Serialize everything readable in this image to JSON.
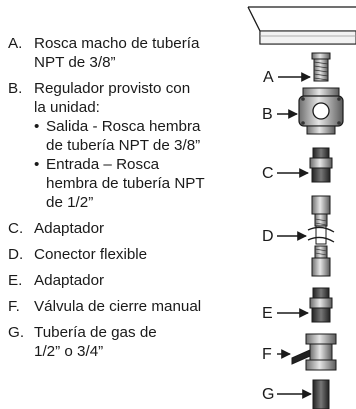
{
  "legend": [
    {
      "key": "A.",
      "lines": [
        "Rosca macho de tubería",
        "NPT de 3/8”"
      ]
    },
    {
      "key": "B.",
      "lines": [
        "Regulador provisto con",
        "la unidad:"
      ],
      "sub": [
        {
          "lines": [
            "Salida - Rosca hembra",
            "de tubería NPT de 3/8”"
          ]
        },
        {
          "lines": [
            "Entrada – Rosca",
            "hembra de tubería NPT",
            "de 1/2”"
          ]
        }
      ]
    },
    {
      "key": "C.",
      "lines": [
        "Adaptador"
      ]
    },
    {
      "key": "D.",
      "lines": [
        "Conector flexible"
      ]
    },
    {
      "key": "E.",
      "lines": [
        "Adaptador"
      ]
    },
    {
      "key": "F.",
      "lines": [
        "Válvula de cierre manual"
      ]
    },
    {
      "key": "G.",
      "lines": [
        "Tubería de gas de",
        "1/2” o 3/4”"
      ]
    }
  ],
  "callouts": [
    "A",
    "B",
    "C",
    "D",
    "E",
    "F",
    "G"
  ],
  "colors": {
    "line": "#1a1a1a",
    "metal_dark": "#3a3a3a",
    "metal_mid": "#8a8a8a",
    "metal_light": "#d9d9d9",
    "background": "#ffffff"
  }
}
